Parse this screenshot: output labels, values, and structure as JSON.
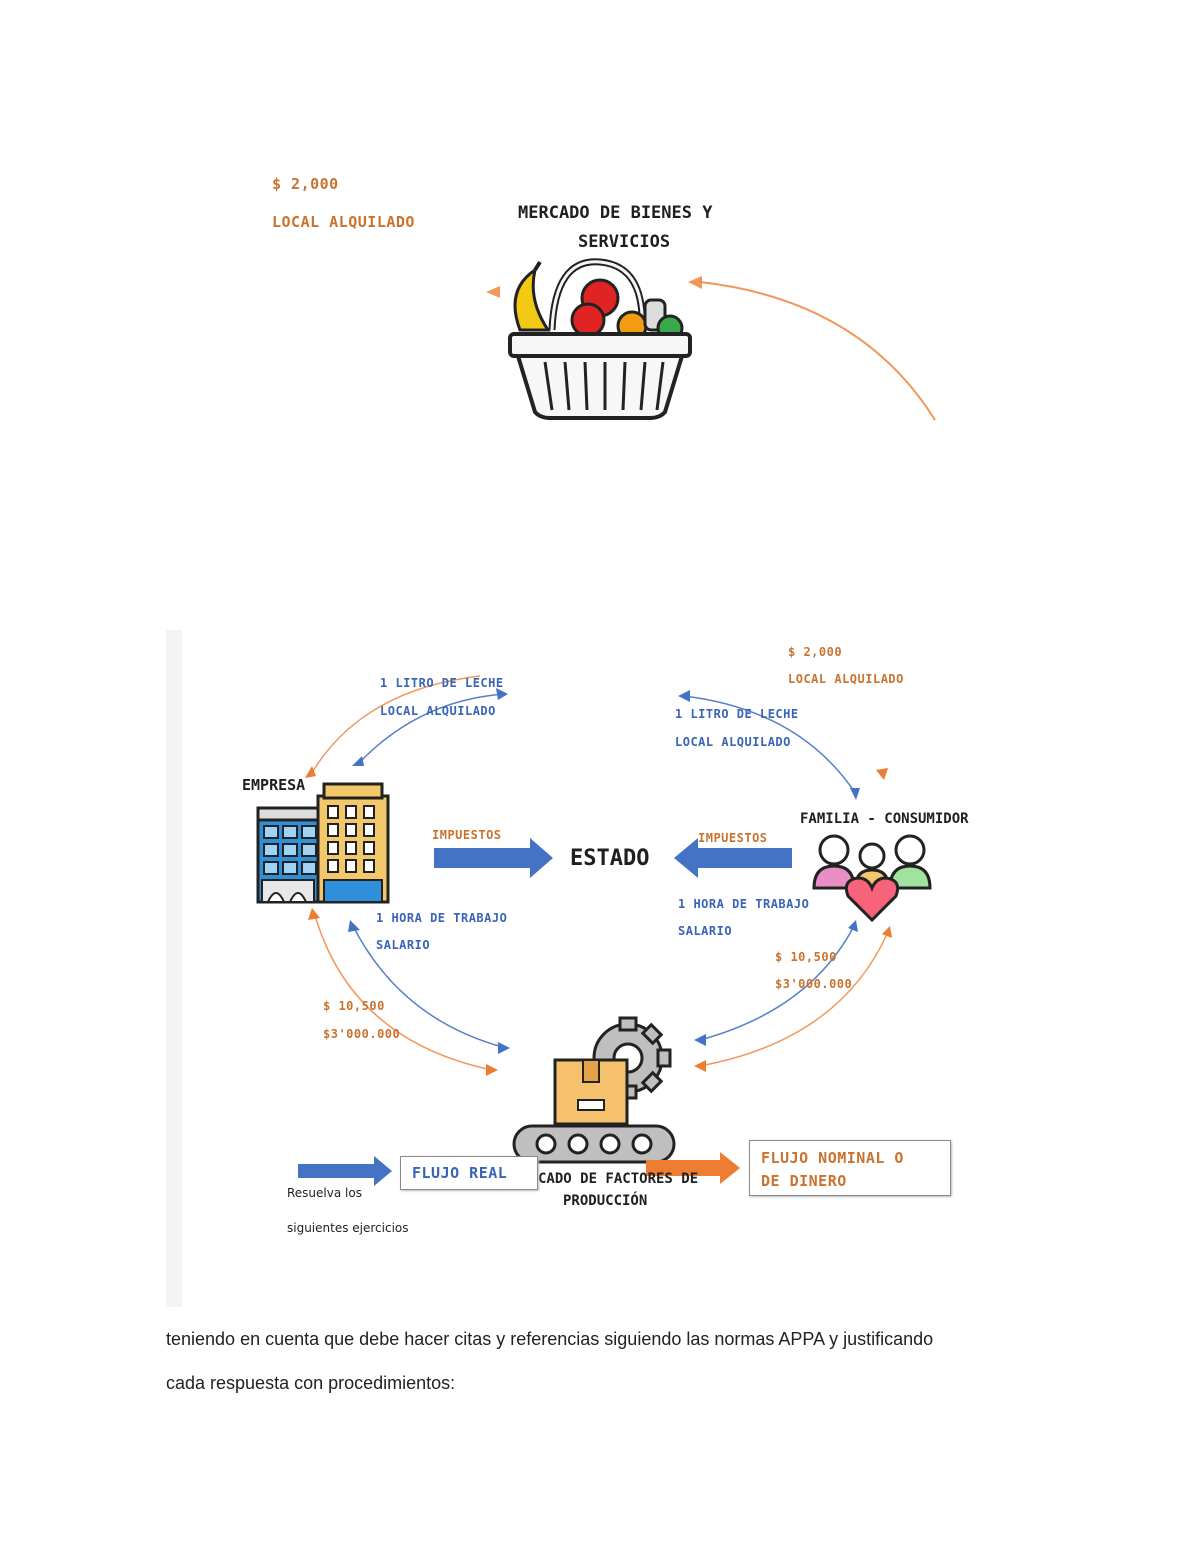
{
  "top": {
    "price": "$ 2,000",
    "rented": "LOCAL ALQUILADO",
    "market_line1": "MERCADO DE BIENES Y",
    "market_line2": "SERVICIOS"
  },
  "diagram": {
    "empresa": "EMPRESA",
    "estado": "ESTADO",
    "familia": "FAMILIA - CONSUMIDOR",
    "tax_left": "IMPUESTOS",
    "tax_right": "IMPUESTOS",
    "milk_left": "1 LITRO DE LECHE",
    "local_left": "LOCAL ALQUILADO",
    "milk_right": "1 LITRO DE LECHE",
    "local_right": "LOCAL ALQUILADO",
    "price_right": "$ 2,000",
    "rented_right": "LOCAL ALQUILADO",
    "hour_left": "1 HORA DE TRABAJO",
    "salary_left": "SALARIO",
    "hour_right": "1 HORA DE TRABAJO",
    "salary_right": "SALARIO",
    "money_left1": "$ 10,500",
    "money_left2": "$3'000.000",
    "money_right1": "$ 10,500",
    "money_right2": "$3'000.000",
    "factor_line1": "CADO DE FACTORES DE",
    "factor_line2": "PRODUCCIÓN",
    "legend_real": "FLUJO REAL",
    "legend_nominal1": "FLUJO NOMINAL O",
    "legend_nominal2": "DE DINERO",
    "resuelva1": "Resuelva los",
    "resuelva2": "siguientes ejercicios"
  },
  "text": {
    "line1": "teniendo en cuenta que debe hacer citas y referencias siguiendo las normas APPA y justificando",
    "line2": "cada respuesta con procedimientos:"
  },
  "colors": {
    "orange": "#c9732f",
    "blue": "#3a64b8",
    "arrow_blue": "#4472c4",
    "arrow_orange": "#ed7d31"
  }
}
